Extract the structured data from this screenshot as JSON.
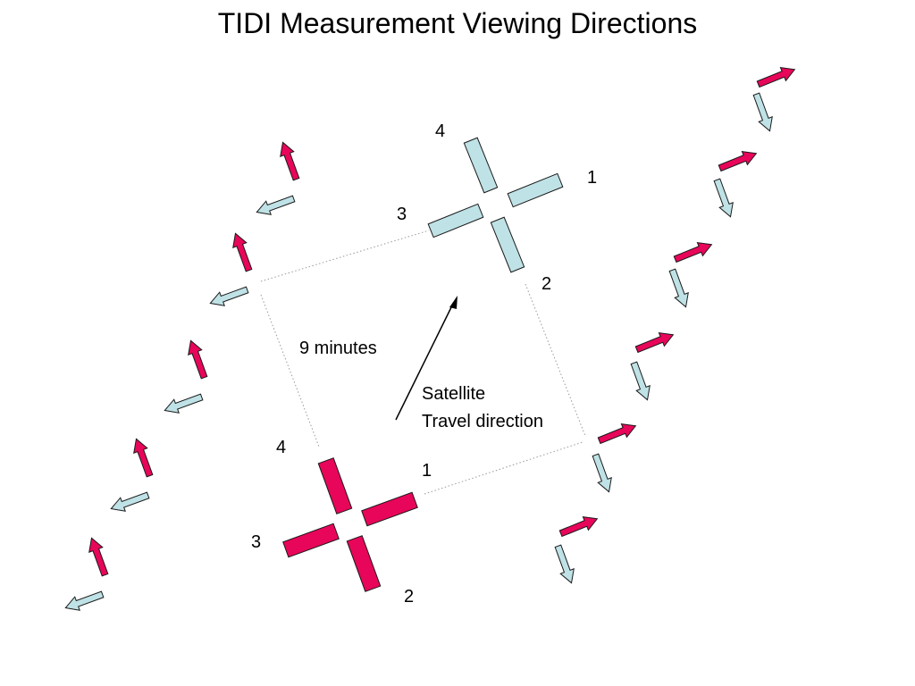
{
  "title": "TIDI Measurement Viewing Directions",
  "labels": {
    "minutes": "9 minutes",
    "satellite_line1": "Satellite",
    "satellite_line2": "Travel direction"
  },
  "top_cross": {
    "beam1": "1",
    "beam2": "2",
    "beam3": "3",
    "beam4": "4"
  },
  "bottom_cross": {
    "beam1": "1",
    "beam2": "2",
    "beam3": "3",
    "beam4": "4"
  },
  "colors": {
    "pink": "#e8065a",
    "light_blue": "#bfe2e6",
    "outline": "#1a1a1a",
    "dotted_line": "#9a9a9a"
  }
}
